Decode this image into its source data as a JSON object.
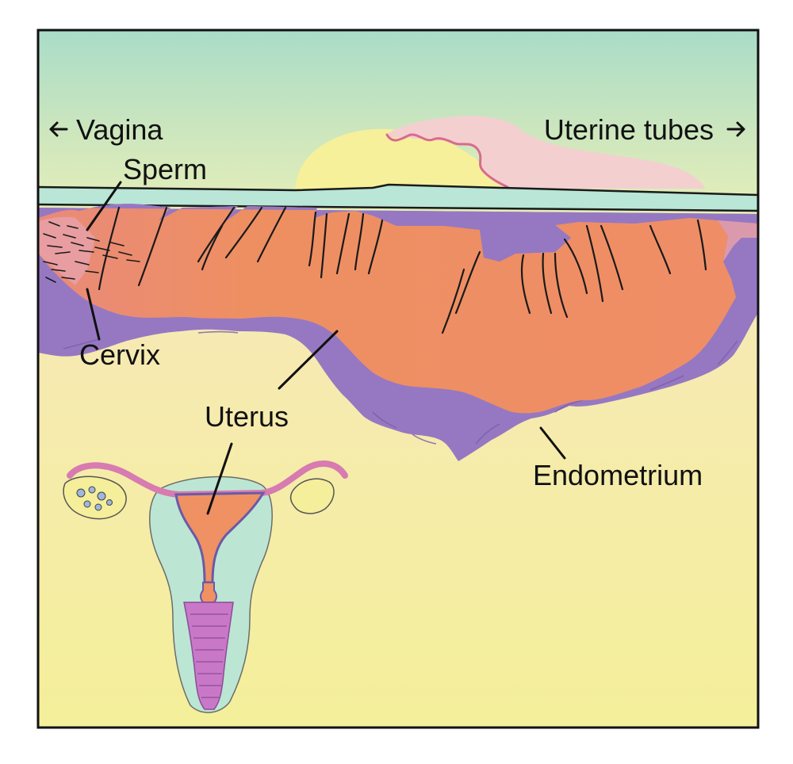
{
  "labels": {
    "vagina": "Vagina",
    "uterine_tubes": "Uterine tubes",
    "sperm": "Sperm",
    "cervix": "Cervix",
    "uterus": "Uterus",
    "endometrium": "Endometrium"
  },
  "icons": {
    "vagina_arrow": "arrow-left-icon",
    "uterine_tubes_arrow": "arrow-right-icon"
  },
  "colors": {
    "sky_top": "#a9dcc8",
    "sky_bottom": "#eef2b8",
    "ground": "#f5ee9a",
    "uterus_wall": "#ef9163",
    "endometrium": "#9678c2",
    "tube_pink": "#f4cfd0",
    "glow_yellow": "#f6f09a",
    "tube_band": "#b9e6d6"
  }
}
